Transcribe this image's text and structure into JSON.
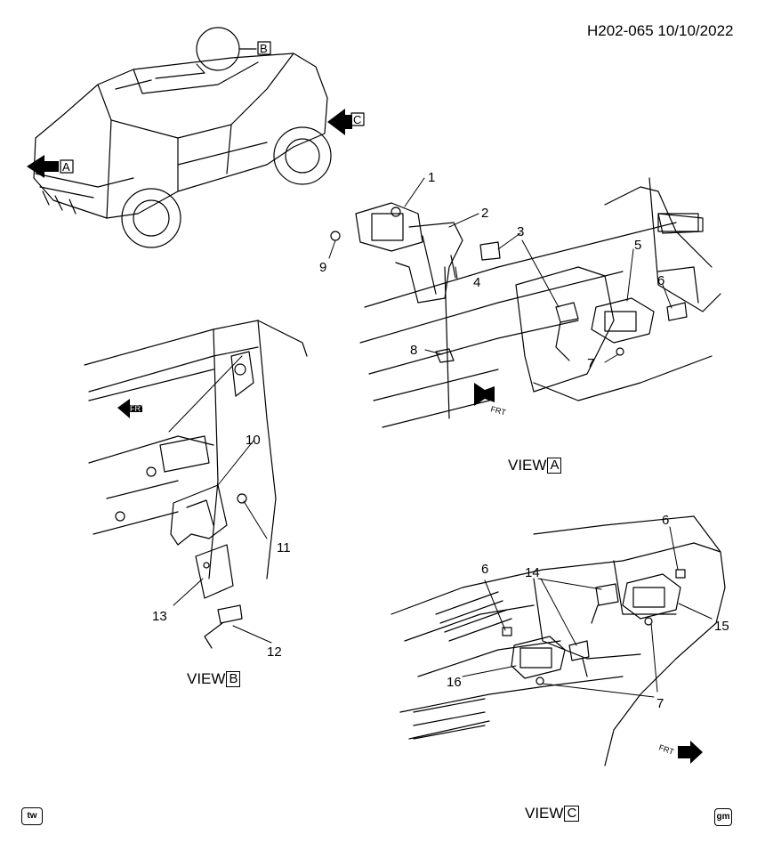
{
  "header": {
    "doc_id": "H202-065  10/10/2022"
  },
  "views": {
    "a": {
      "prefix": "VIEW",
      "letter": "A"
    },
    "b": {
      "prefix": "VIEW",
      "letter": "B"
    },
    "c": {
      "prefix": "VIEW",
      "letter": "C"
    }
  },
  "vehicle_callouts": {
    "a": "A",
    "b": "B",
    "c": "C"
  },
  "frt_label": "FRT",
  "callouts": {
    "n1": "1",
    "n2": "2",
    "n3": "3",
    "n4": "4",
    "n5": "5",
    "n6a": "6",
    "n7a": "7",
    "n8": "8",
    "n9": "9",
    "n10": "10",
    "n11": "11",
    "n12": "12",
    "n13": "13",
    "n14": "14",
    "n15": "15",
    "n16": "16",
    "n6c1": "6",
    "n6c2": "6",
    "n7c": "7"
  },
  "footer": {
    "left_icon": "tw",
    "right_icon": "gm"
  }
}
